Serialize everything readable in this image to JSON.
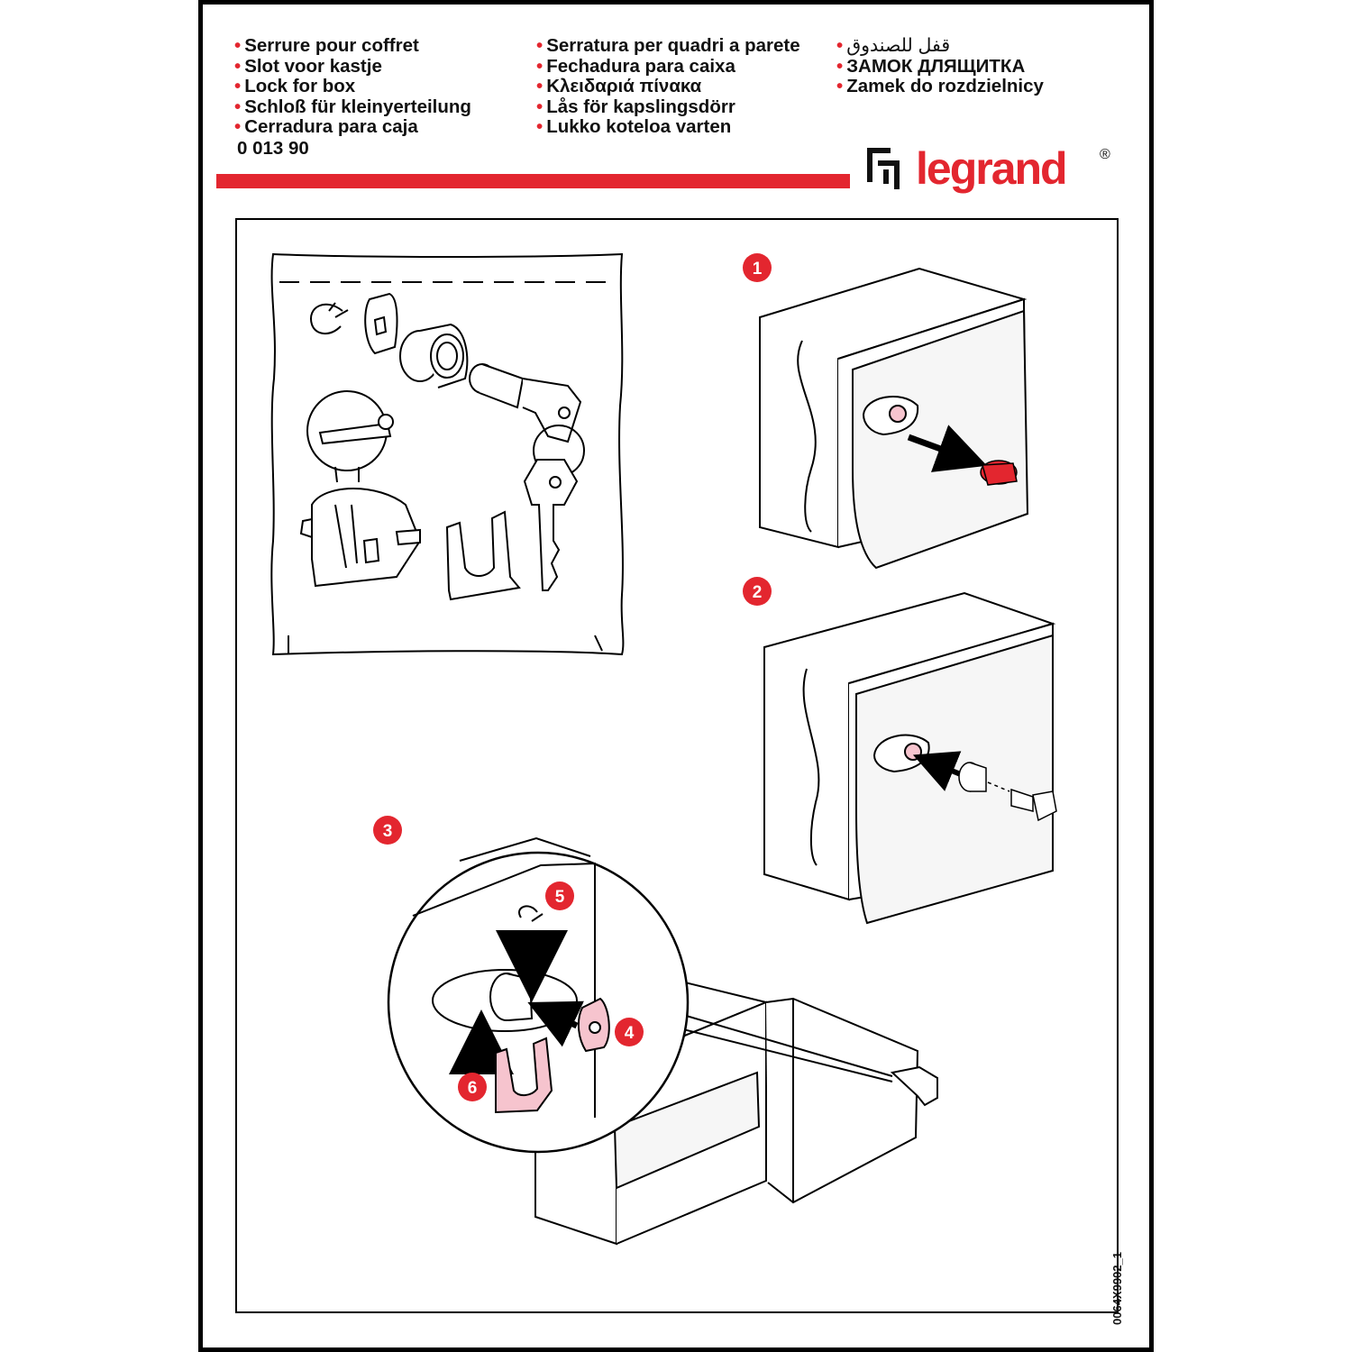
{
  "header": {
    "col1": [
      "Serrure pour coffret",
      "Slot voor kastje",
      "Lock for box",
      "Schloß für kleinyerteilung",
      "Cerradura para caja"
    ],
    "col2": [
      "Serratura per quadri a parete",
      "Fechadura para caixa",
      "Κλειδαριά πίνακα",
      "Lås för kapslingsdörr",
      "Lukko koteloa varten"
    ],
    "col3": [
      "قفل للصندوق",
      "ЗАМОК ДЛЯЩИТКА",
      "Zamek do rozdzielnicy"
    ],
    "product_code": "0 013 90"
  },
  "brand": {
    "name": "legrand",
    "registered": "®",
    "color": "#e3262f"
  },
  "steps": {
    "s1": "1",
    "s2": "2",
    "s3": "3",
    "s4": "4",
    "s5": "5",
    "s6": "6"
  },
  "document_id": "0064X9902_1",
  "colors": {
    "accent": "#e3262f",
    "highlight": "#f6c4ce"
  }
}
